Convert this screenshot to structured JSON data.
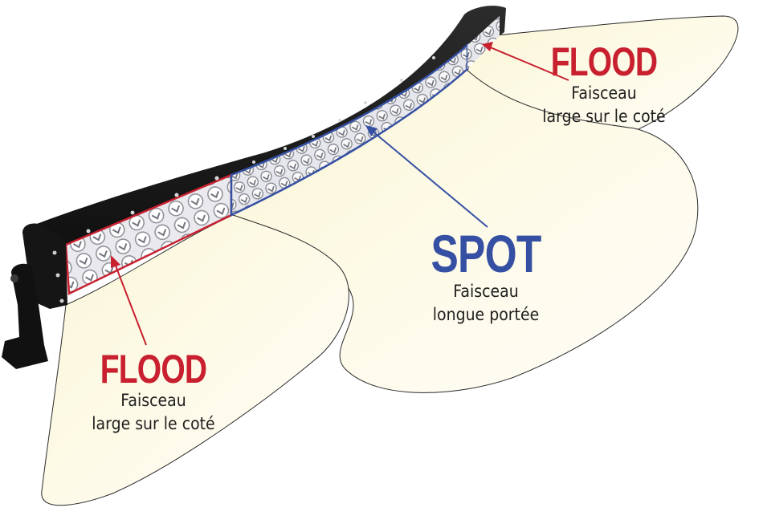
{
  "colors": {
    "flood": "#c8202f",
    "spot": "#3550a3",
    "beam_fill": "#fdfbea",
    "beam_outline": "#2a2a2a",
    "bar_body": "#1c1c1c",
    "lens": "#dcdde2"
  },
  "annotations": {
    "flood_right": {
      "title": "FLOOD",
      "line1": "Faisceau",
      "line2": "large sur le coté"
    },
    "spot": {
      "title": "SPOT",
      "line1": "Faisceau",
      "line2": "longue portée"
    },
    "flood_left": {
      "title": "FLOOD",
      "line1": "Faisceau",
      "line2": "large sur le coté"
    }
  },
  "icons": {
    "light_bar": "curved-led-light-bar",
    "mount": "mounting-bracket"
  }
}
